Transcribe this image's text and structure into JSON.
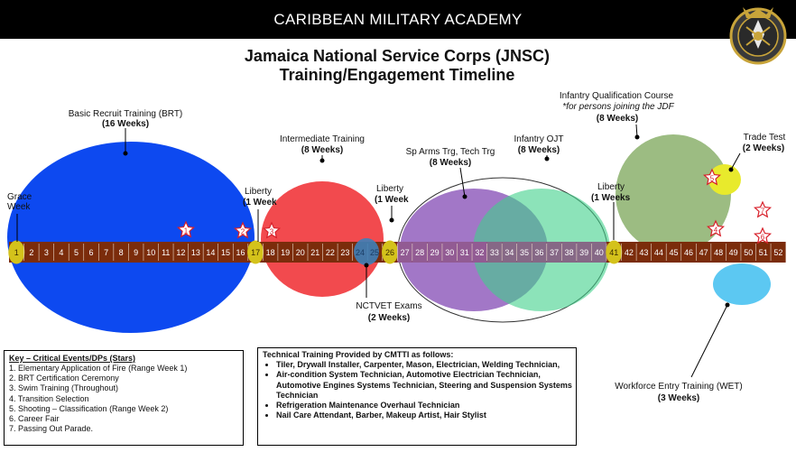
{
  "header": {
    "title": "CARIBBEAN MILITARY ACADEMY"
  },
  "title": {
    "line1": "Jamaica National Service Corps (JNSC)",
    "line2": "Training/Engagement Timeline"
  },
  "timeline": {
    "weeks": [
      "1",
      "2",
      "3",
      "4",
      "5",
      "6",
      "7",
      "8",
      "9",
      "10",
      "11",
      "12",
      "13",
      "14",
      "15",
      "16",
      "17",
      "18",
      "19",
      "20",
      "21",
      "22",
      "23",
      "24",
      "25",
      "26",
      "27",
      "28",
      "29",
      "30",
      "31",
      "32",
      "33",
      "34",
      "35",
      "36",
      "37",
      "38",
      "39",
      "40",
      "41",
      "42",
      "43",
      "44",
      "45",
      "46",
      "47",
      "48",
      "49",
      "50",
      "51",
      "52"
    ],
    "highlighted_weeks": [
      1,
      17,
      26,
      41
    ]
  },
  "phases": {
    "brt": {
      "name": "Basic Recruit Training  (BRT)",
      "duration": "(16 Weeks)"
    },
    "grace": {
      "name_line1": "Grace",
      "name_line2": "Week"
    },
    "liberty1": {
      "name": "Liberty",
      "duration": "(1 Week"
    },
    "intermediate": {
      "name": "Intermediate  Training",
      "duration": "(8 Weeks)"
    },
    "liberty2": {
      "name": "Liberty",
      "duration": "(1 Week"
    },
    "sp_arms": {
      "name": "Sp Arms Trg, Tech Trg",
      "duration": "(8 Weeks)"
    },
    "infantry_ojt": {
      "name": "Infantry OJT",
      "duration": "(8 Weeks)"
    },
    "liberty3": {
      "name": "Liberty",
      "duration": "(1 Weeks"
    },
    "iqc": {
      "name": "Infantry Qualification Course",
      "note": "*for persons joining the JDF",
      "duration": "(8 Weeks)"
    },
    "trade_test": {
      "name": "Trade Test",
      "duration": "(2 Weeks)"
    },
    "nctvet": {
      "name": "NCTVET  Exams",
      "duration": "(2 Weeks)"
    },
    "wet": {
      "name": "Workforce Entry Training  (WET)",
      "duration": "(3 Weeks)"
    }
  },
  "stars": [
    "1",
    "2",
    "3",
    "4",
    "5",
    "6",
    "7"
  ],
  "key": {
    "heading": "Key – Critical Events/DPs (Stars)",
    "items": [
      "1.   Elementary Application of Fire (Range Week 1)",
      "2.   BRT Certification Ceremony",
      "3.   Swim Training (Throughout)",
      "4.   Transition Selection",
      "5.   Shooting – Classification (Range Week 2)",
      "6.   Career Fair",
      "7.   Passing Out Parade."
    ]
  },
  "technical": {
    "heading": "Technical Training Provided by CMTTI as follows:",
    "items": [
      "Tiler, Drywall Installer, Carpenter, Mason, Electrician, Welding Technician,",
      "Air-condition System Technician, Automotive Electrician Technician, Automotive Engines Systems Technician, Steering and Suspension Systems Technician",
      "Refrigeration Maintenance Overhaul Technician",
      "Nail Care Attendant, Barber, Makeup Artist, Hair Stylist"
    ]
  },
  "colors": {
    "header_bg": "#000000",
    "timeline_brown": "#7b2c0b",
    "highlight_yellow": "#d4c21b",
    "brt_blue": "#0d49f0",
    "intermediate_red": "#f24a4e",
    "nctvet_blue": "#3f7fb8",
    "sp_arms_purple": "#9a6bc2",
    "infantry_green": "#3fd08a",
    "iqc_green": "#9cbc82",
    "trade_yellow": "#e8ea2c",
    "wet_cyan": "#5cc8f2",
    "star_red": "#d8202a"
  }
}
